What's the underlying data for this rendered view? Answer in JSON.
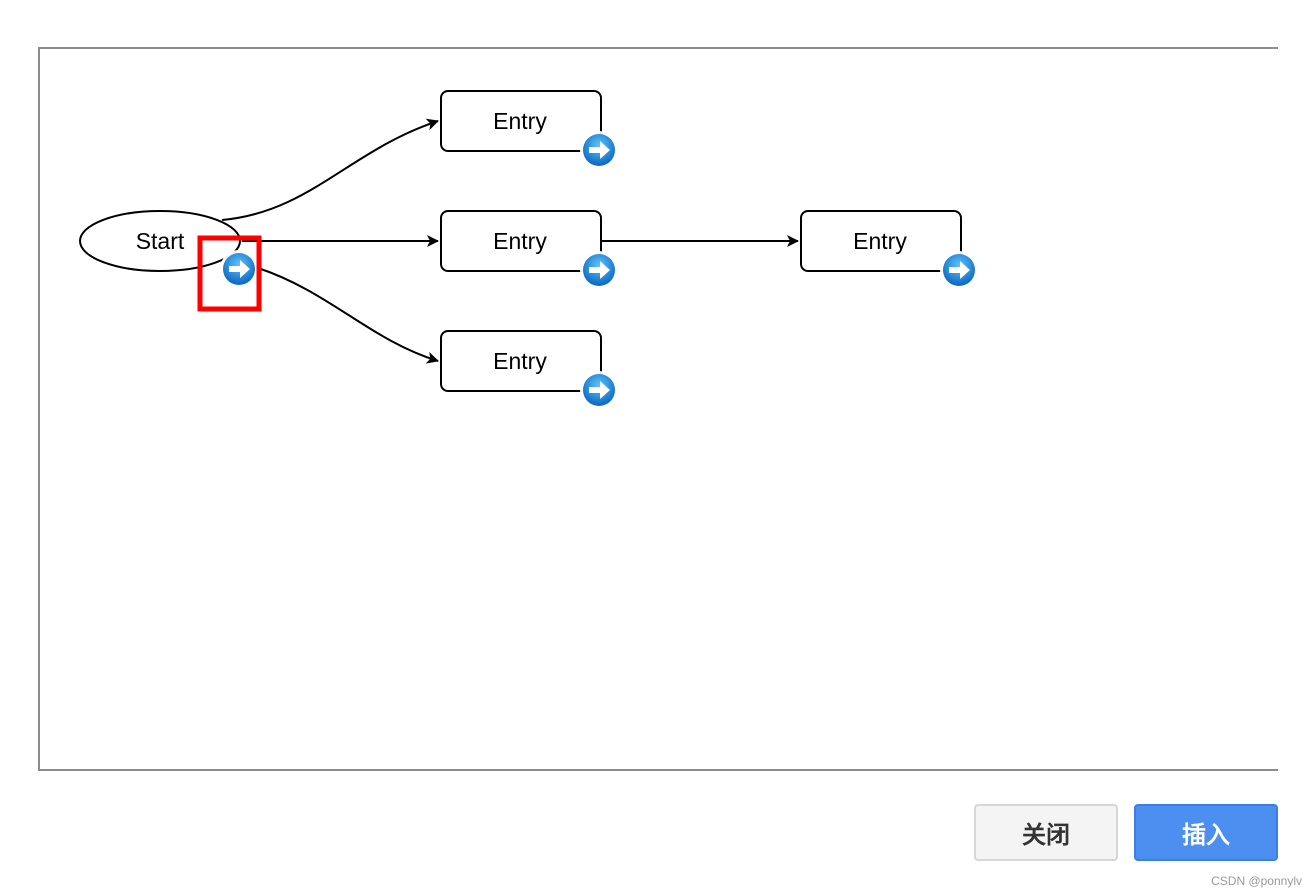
{
  "diagram": {
    "start_label": "Start",
    "entry_labels": [
      "Entry",
      "Entry",
      "Entry",
      "Entry"
    ],
    "connect_icon": "arrow-right-circle-icon",
    "highlight_color": "#ff0000",
    "accent_color": "#1a7fd4"
  },
  "buttons": {
    "close_label": "关闭",
    "insert_label": "插入",
    "insert_color": "#4d8ff0"
  },
  "watermark": "CSDN @ponnylv"
}
